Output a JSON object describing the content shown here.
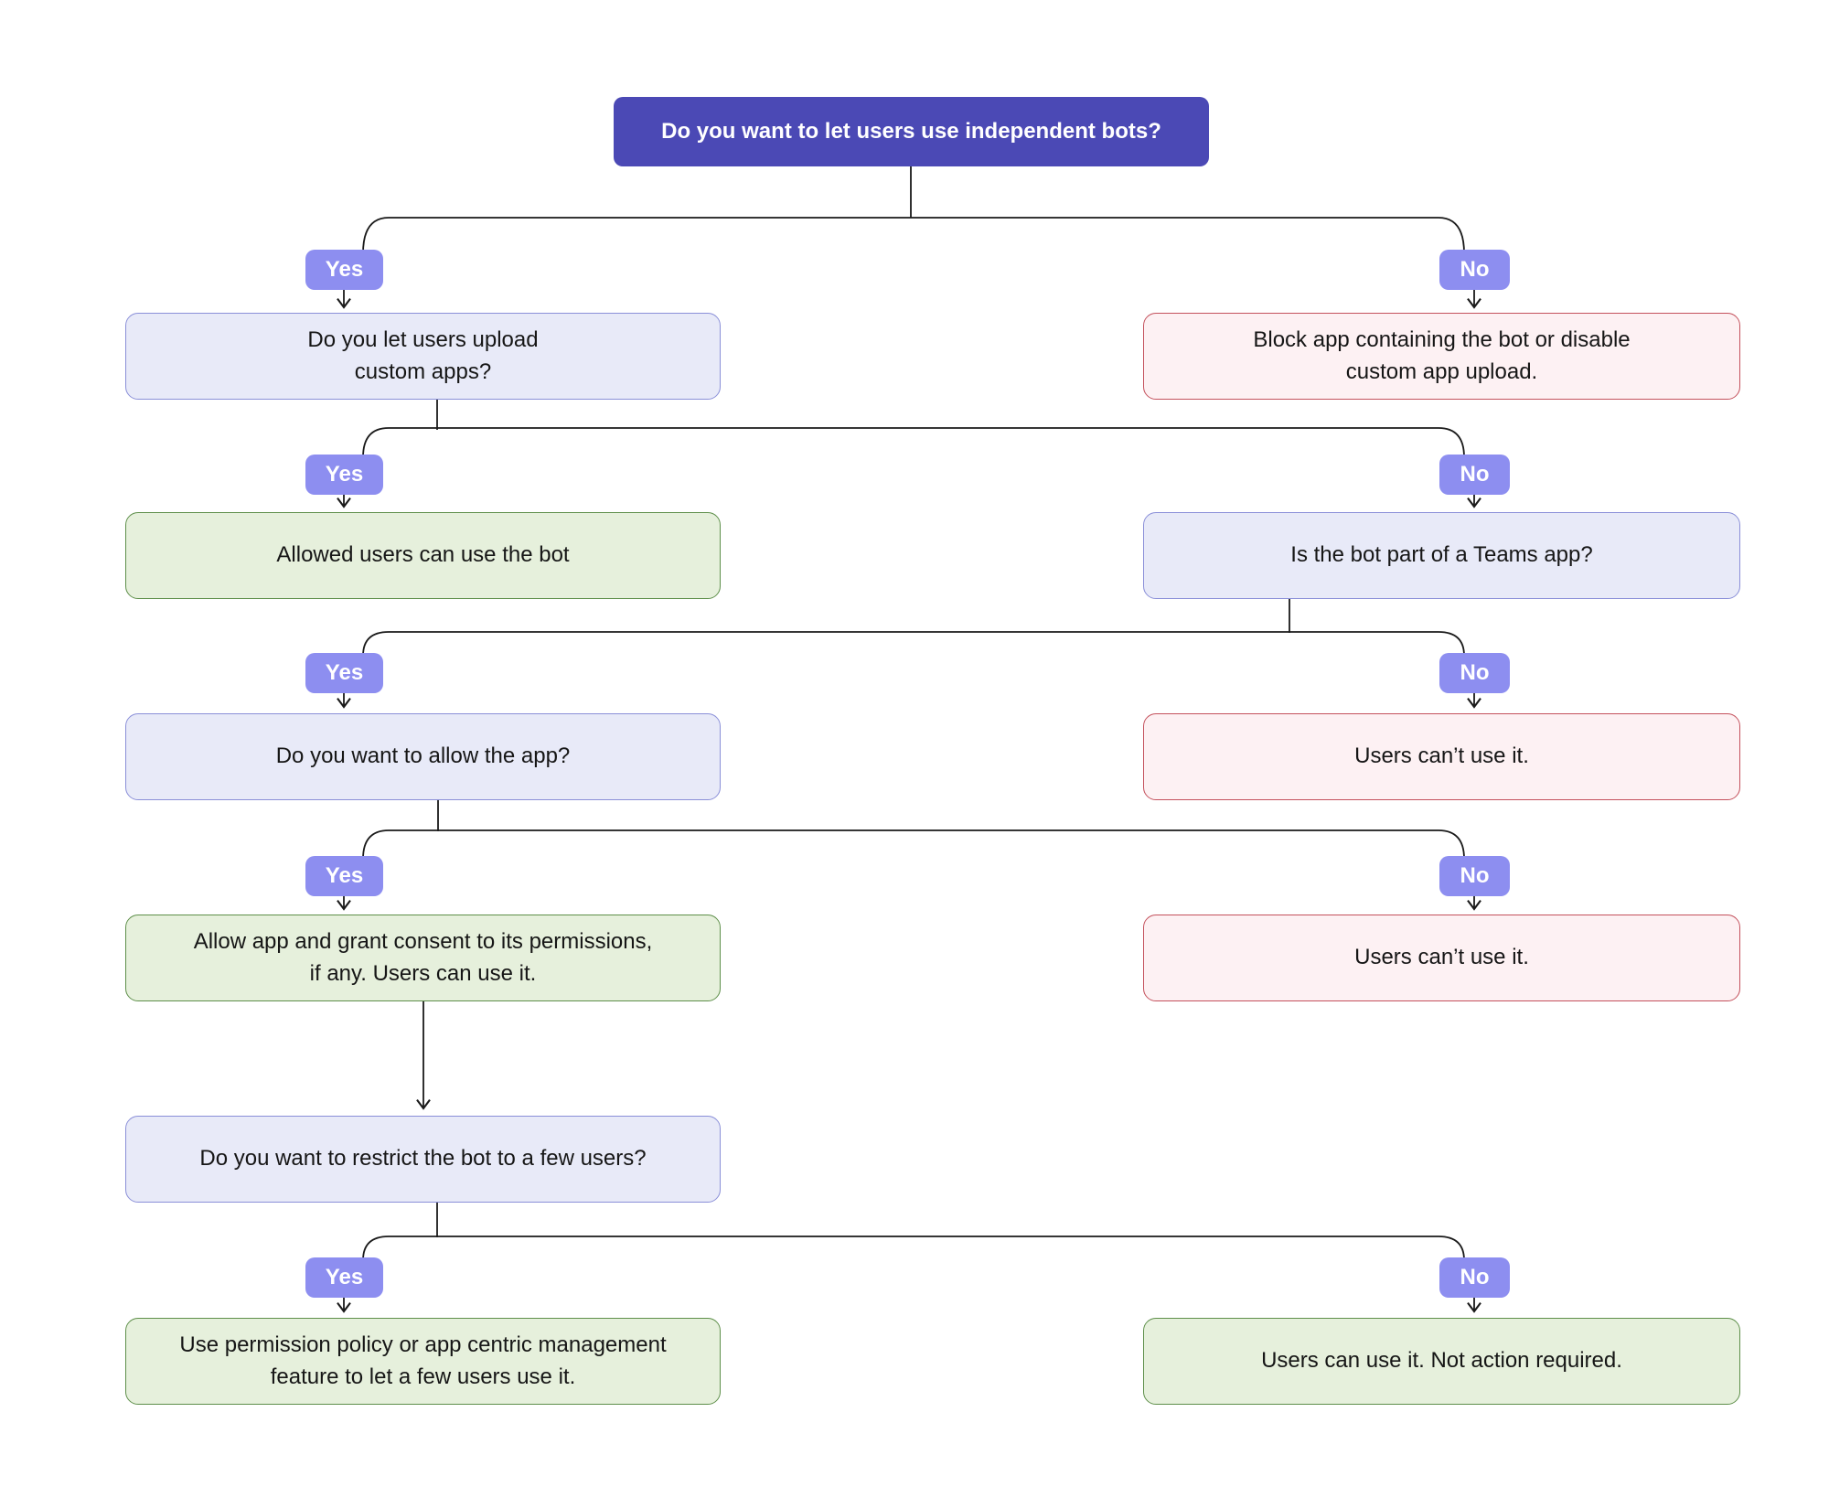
{
  "palette": {
    "root_fill": "#4b49b5",
    "badge_fill": "#8d8ef0",
    "question_fill": "#e8eaf8",
    "question_border": "#8a8fd8",
    "negative_fill": "#fdf1f3",
    "negative_border": "#c4515c",
    "positive_fill": "#e6f0dc",
    "positive_border": "#5e8f4a",
    "line": "#1a1a1a"
  },
  "flow": {
    "root": "Do you want to let users use independent bots?",
    "badges": {
      "yes": "Yes",
      "no": "No"
    },
    "nodes": {
      "upload_question": "Do you let users upload\ncustom apps?",
      "block_app_result": "Block app containing the bot or disable\ncustom app upload.",
      "allowed_users_result": "Allowed users can use the bot",
      "teams_app_question": "Is the bot part of a Teams app?",
      "allow_app_question": "Do you want to allow the app?",
      "cant_use_result_1": "Users can’t use it.",
      "grant_consent_result": "Allow app and grant consent to its permissions,\nif any. Users can use it.",
      "cant_use_result_2": "Users can’t use it.",
      "restrict_question": "Do you want to restrict the bot to a few users?",
      "permission_policy_result": "Use permission policy or app centric management\nfeature to let a few users use it.",
      "can_use_result": "Users can use it. Not action required."
    }
  }
}
